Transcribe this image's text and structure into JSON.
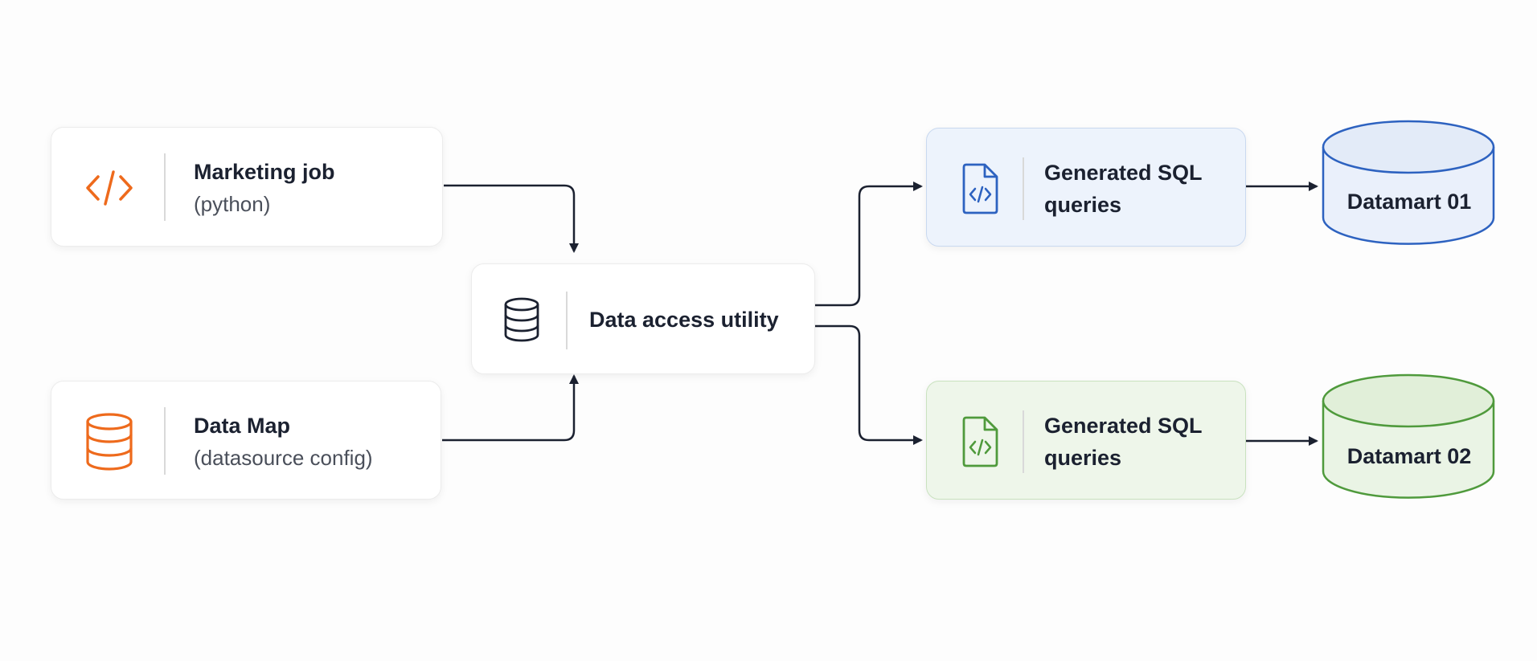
{
  "nodes": {
    "marketing_job": {
      "title": "Marketing job",
      "subtitle": "(python)",
      "icon": "code-icon"
    },
    "data_map": {
      "title": "Data Map",
      "subtitle": "(datasource config)",
      "icon": "database-icon"
    },
    "data_access_utility": {
      "title": "Data access utility",
      "icon": "database-icon"
    },
    "generated_sql_1": {
      "title_line1": "Generated SQL",
      "title_line2": "queries",
      "icon": "code-file-icon"
    },
    "generated_sql_2": {
      "title_line1": "Generated SQL",
      "title_line2": "queries",
      "icon": "code-file-icon"
    },
    "datamart_01": {
      "label": "Datamart 01"
    },
    "datamart_02": {
      "label": "Datamart 02"
    }
  },
  "edges": [
    {
      "from": "marketing_job",
      "to": "data_access_utility"
    },
    {
      "from": "data_map",
      "to": "data_access_utility"
    },
    {
      "from": "data_access_utility",
      "to": "generated_sql_1"
    },
    {
      "from": "data_access_utility",
      "to": "generated_sql_2"
    },
    {
      "from": "generated_sql_1",
      "to": "datamart_01"
    },
    {
      "from": "generated_sql_2",
      "to": "datamart_02"
    }
  ],
  "colors": {
    "orange": "#ee6a1c",
    "blue": "#2d62c0",
    "green": "#4f9a3c",
    "dark": "#1b2130"
  }
}
